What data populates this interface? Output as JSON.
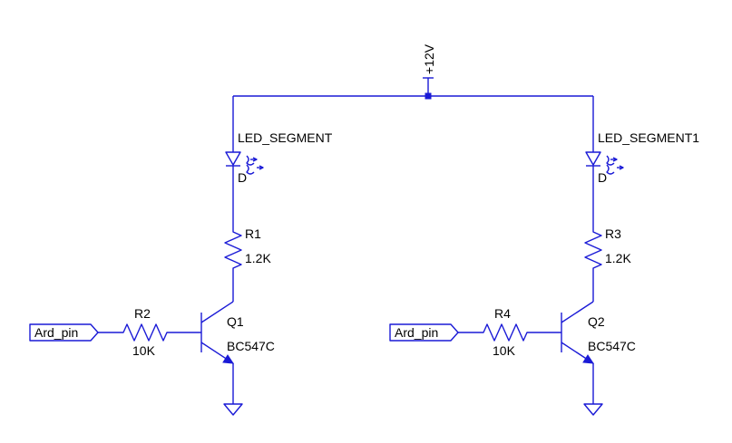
{
  "supply": {
    "label": "+12V"
  },
  "branches": [
    {
      "led": {
        "name": "LED_SEGMENT",
        "type": "D"
      },
      "collector_resistor": {
        "ref": "R1",
        "value": "1.2K"
      },
      "base_resistor": {
        "ref": "R2",
        "value": "10K"
      },
      "transistor": {
        "ref": "Q1",
        "model": "BC547C"
      },
      "input": {
        "label": "Ard_pin"
      }
    },
    {
      "led": {
        "name": "LED_SEGMENT1",
        "type": "D"
      },
      "collector_resistor": {
        "ref": "R3",
        "value": "1.2K"
      },
      "base_resistor": {
        "ref": "R4",
        "value": "10K"
      },
      "transistor": {
        "ref": "Q2",
        "model": "BC547C"
      },
      "input": {
        "label": "Ard_pin"
      }
    }
  ],
  "colors": {
    "wire": "#1a1ad6",
    "text": "#000000",
    "background": "#ffffff"
  }
}
